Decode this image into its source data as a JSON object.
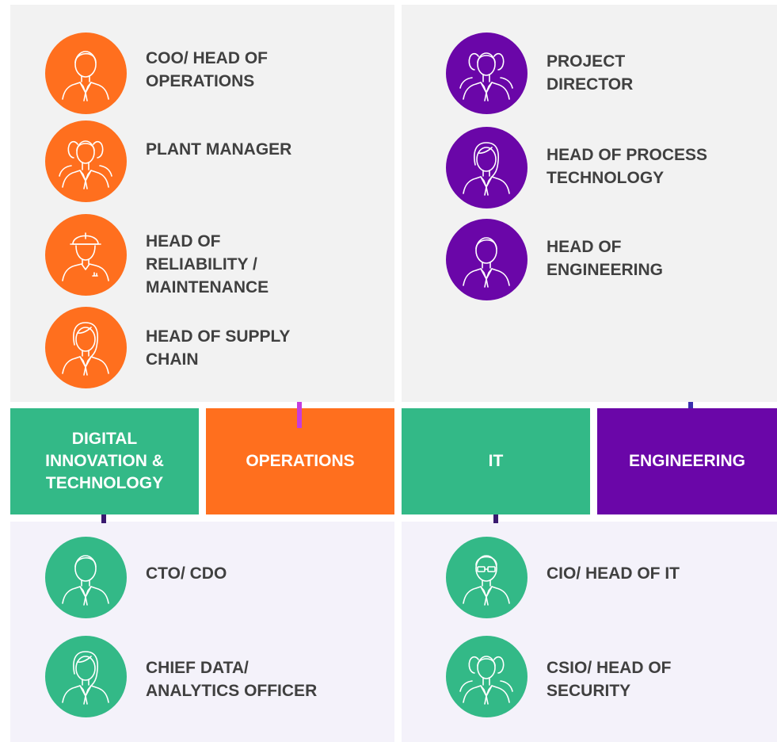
{
  "colors": {
    "orange": "#ff6f1e",
    "purple": "#6a06a8",
    "green": "#33b987",
    "panel_gray": "#f2f2f2",
    "panel_lavender": "#f4f2fa",
    "text_dark": "#404040",
    "tick_magenta": "#c63ddd",
    "tick_dark_purple": "#3a1a70",
    "tick_indigo": "#3b2fae"
  },
  "departments": [
    {
      "lines": [
        "DIGITAL",
        "INNOVATION &",
        "TECHNOLOGY"
      ],
      "color": "#33b987"
    },
    {
      "lines": [
        "OPERATIONS"
      ],
      "color": "#ff6f1e"
    },
    {
      "lines": [
        "IT"
      ],
      "color": "#33b987"
    },
    {
      "lines": [
        "ENGINEERING"
      ],
      "color": "#6a06a8"
    }
  ],
  "operations_roles": [
    {
      "lines": [
        "COO/ HEAD OF",
        "OPERATIONS"
      ],
      "icon": "male-executive-icon"
    },
    {
      "lines": [
        "PLANT MANAGER"
      ],
      "icon": "team-group-icon"
    },
    {
      "lines": [
        "HEAD OF",
        "RELIABILITY /",
        "MAINTENANCE"
      ],
      "icon": "hard-hat-worker-icon"
    },
    {
      "lines": [
        "HEAD OF SUPPLY",
        "CHAIN"
      ],
      "icon": "female-executive-icon"
    }
  ],
  "engineering_roles": [
    {
      "lines": [
        "PROJECT",
        "DIRECTOR"
      ],
      "icon": "team-group-icon"
    },
    {
      "lines": [
        "HEAD OF PROCESS",
        "TECHNOLOGY"
      ],
      "icon": "female-executive-icon"
    },
    {
      "lines": [
        "HEAD OF",
        "ENGINEERING"
      ],
      "icon": "male-executive-icon"
    }
  ],
  "digital_roles": [
    {
      "lines": [
        "CTO/ CDO"
      ],
      "icon": "male-executive-icon"
    },
    {
      "lines": [
        "CHIEF DATA/",
        "ANALYTICS OFFICER"
      ],
      "icon": "female-executive-icon"
    }
  ],
  "it_roles": [
    {
      "lines": [
        "CIO/ HEAD OF IT"
      ],
      "icon": "male-glasses-icon"
    },
    {
      "lines": [
        "CSIO/ HEAD OF",
        "SECURITY"
      ],
      "icon": "team-group-icon"
    }
  ]
}
